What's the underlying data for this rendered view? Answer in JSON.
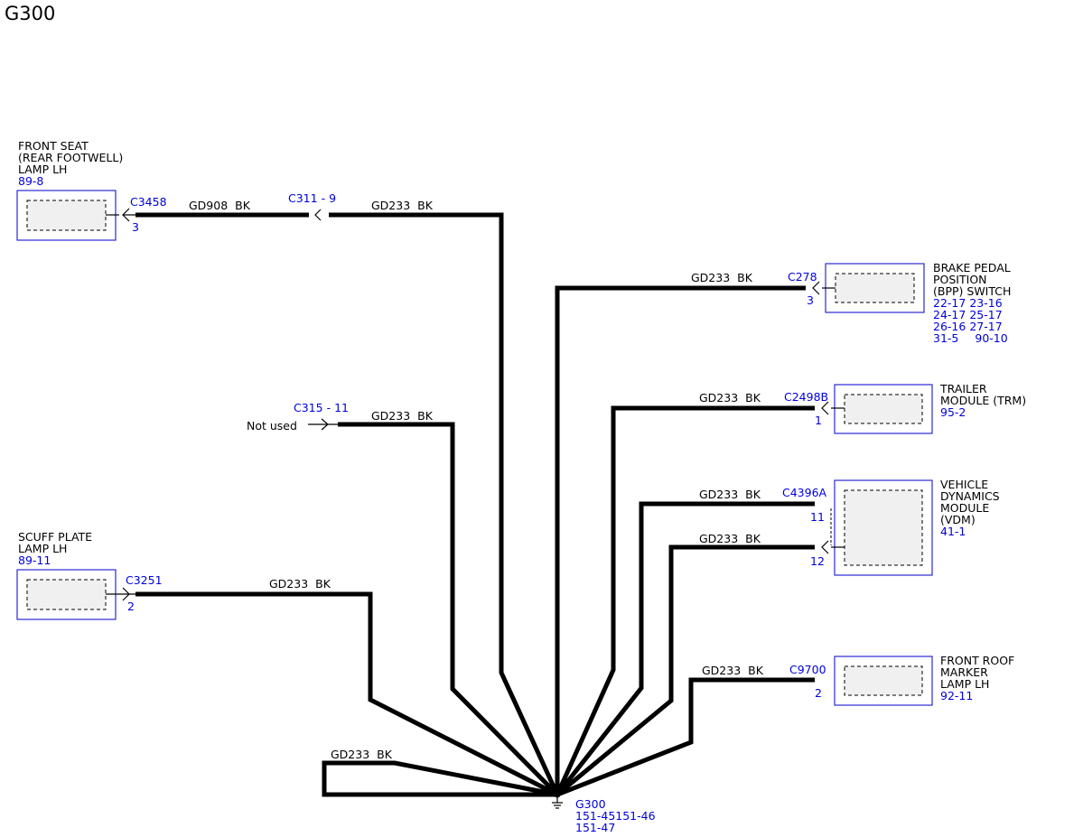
{
  "title": "G300",
  "ground": {
    "name": "G300",
    "refs": [
      "151-45",
      "151-46",
      "151-47"
    ]
  },
  "components": {
    "front_seat_lamp": {
      "lines": [
        "FRONT SEAT",
        "(REAR FOOTWELL)",
        "LAMP LH"
      ],
      "ref": "89-8",
      "connector": "C3458",
      "pin": "3"
    },
    "scuff_plate_lamp": {
      "lines": [
        "SCUFF PLATE",
        "LAMP LH"
      ],
      "ref": "89-11",
      "connector": "C3251",
      "pin": "2"
    },
    "bpp_switch": {
      "lines": [
        "BRAKE PEDAL",
        "POSITION",
        "(BPP) SWITCH"
      ],
      "refs": [
        [
          "22-17",
          "23-16"
        ],
        [
          "24-17",
          "25-17"
        ],
        [
          "26-16",
          "27-17"
        ],
        [
          "31-5",
          "90-10"
        ]
      ],
      "connector": "C278",
      "pin": "3"
    },
    "trailer_module": {
      "lines": [
        "TRAILER",
        "MODULE (TRM)"
      ],
      "ref": "95-2",
      "connector": "C2498B",
      "pin": "1"
    },
    "vdm": {
      "lines": [
        "VEHICLE",
        "DYNAMICS",
        "MODULE",
        "(VDM)"
      ],
      "ref": "41-1",
      "connector": "C4396A",
      "pins": [
        "11",
        "12"
      ]
    },
    "front_roof_marker": {
      "lines": [
        "FRONT ROOF",
        "MARKER",
        "LAMP LH"
      ],
      "ref": "92-11",
      "connector": "C9700",
      "pin": "2"
    }
  },
  "inline_connectors": {
    "c311": {
      "label": "C311",
      "sep": "-",
      "pin": "9"
    },
    "c315": {
      "label": "C315",
      "sep": "-",
      "pin": "11",
      "note": "Not used"
    }
  },
  "wires": {
    "gd908": {
      "circuit": "GD908",
      "color": "BK"
    },
    "gd233": {
      "circuit": "GD233",
      "color": "BK"
    }
  }
}
